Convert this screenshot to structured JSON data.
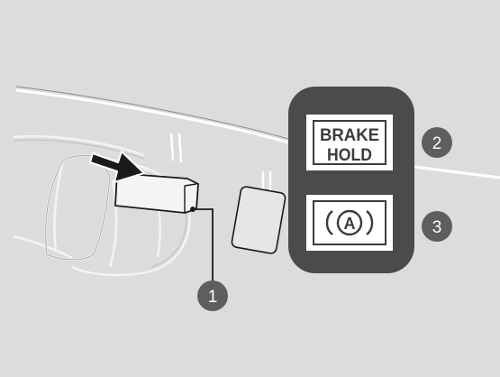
{
  "panel": {
    "brake_hold_line1": "BRAKE",
    "brake_hold_line2": "HOLD",
    "auto_hold_symbol": "A"
  },
  "callouts": [
    {
      "number": "1",
      "target": "pedal-switch"
    },
    {
      "number": "2",
      "target": "brake-hold-indicator"
    },
    {
      "number": "3",
      "target": "auto-hold-indicator"
    }
  ],
  "colors": {
    "background": "#dcdddb",
    "panel": "#4b4b4d",
    "indicator_face": "#ffffff",
    "callout_badge": "#5e5e60",
    "callout_text": "#ffffff",
    "outline": "#1a1a1a"
  },
  "icons": {
    "press-arrow": "arrow",
    "auto-hold": "circle-A-with-brackets"
  }
}
